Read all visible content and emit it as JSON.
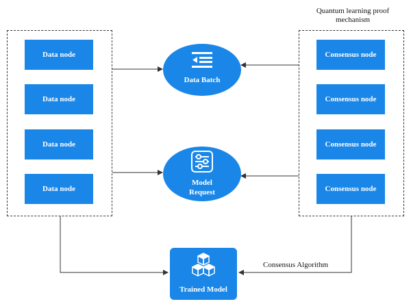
{
  "left_group": {
    "nodes": [
      "Data node",
      "Data node",
      "Data node",
      "Data node"
    ]
  },
  "right_group": {
    "caption_line1": "Quantum learning proof",
    "caption_line2": "mechanism",
    "nodes": [
      "Consensus node",
      "Consensus  node",
      "Consensus  node",
      "Consensus  node"
    ]
  },
  "center": {
    "data_batch": "Data Batch",
    "model_request_line1": "Model",
    "model_request_line2": "Request",
    "trained_model": "Trained Model",
    "consensus_algorithm": "Consensus Algorithm"
  },
  "icons": {
    "data_batch": "list-icon",
    "model_request": "sliders-icon",
    "trained_model": "cubes-icon"
  },
  "colors": {
    "node_fill": "#1a87e8",
    "line": "#333333"
  }
}
